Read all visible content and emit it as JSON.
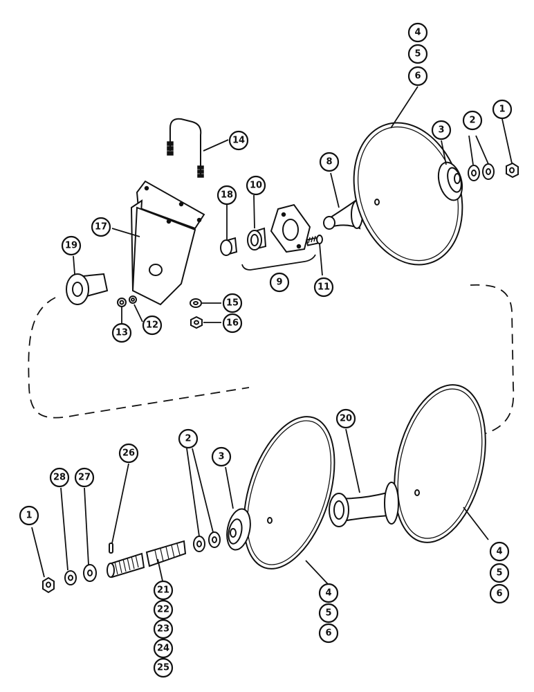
{
  "callouts": [
    {
      "id": "c1a",
      "label": "1"
    },
    {
      "id": "c2a",
      "label": "2"
    },
    {
      "id": "c3a",
      "label": "3"
    },
    {
      "id": "c4a",
      "label": "4"
    },
    {
      "id": "c5a",
      "label": "5"
    },
    {
      "id": "c6a",
      "label": "6"
    },
    {
      "id": "c8",
      "label": "8"
    },
    {
      "id": "c9",
      "label": "9"
    },
    {
      "id": "c10",
      "label": "10"
    },
    {
      "id": "c11",
      "label": "11"
    },
    {
      "id": "c12",
      "label": "12"
    },
    {
      "id": "c13",
      "label": "13"
    },
    {
      "id": "c14",
      "label": "14"
    },
    {
      "id": "c15",
      "label": "15"
    },
    {
      "id": "c16",
      "label": "16"
    },
    {
      "id": "c17",
      "label": "17"
    },
    {
      "id": "c18",
      "label": "18"
    },
    {
      "id": "c19",
      "label": "19"
    },
    {
      "id": "c20",
      "label": "20"
    },
    {
      "id": "c4b",
      "label": "4"
    },
    {
      "id": "c5b",
      "label": "5"
    },
    {
      "id": "c6b",
      "label": "6"
    },
    {
      "id": "c2b",
      "label": "2"
    },
    {
      "id": "c3b",
      "label": "3"
    },
    {
      "id": "c26",
      "label": "26"
    },
    {
      "id": "c27",
      "label": "27"
    },
    {
      "id": "c28",
      "label": "28"
    },
    {
      "id": "c1b",
      "label": "1"
    },
    {
      "id": "c21",
      "label": "21"
    },
    {
      "id": "c22",
      "label": "22"
    },
    {
      "id": "c23",
      "label": "23"
    },
    {
      "id": "c24",
      "label": "24"
    },
    {
      "id": "c25",
      "label": "25"
    },
    {
      "id": "c4c",
      "label": "4"
    },
    {
      "id": "c5c",
      "label": "5"
    },
    {
      "id": "c6c",
      "label": "6"
    }
  ]
}
